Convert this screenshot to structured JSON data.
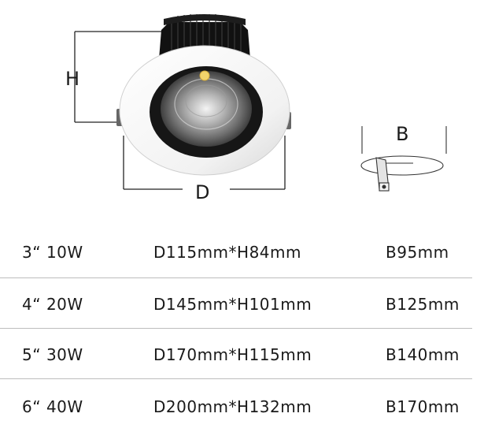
{
  "figure": {
    "labels": {
      "height": "H",
      "diameter": "D",
      "cutout": "B"
    }
  },
  "table": {
    "rows": [
      {
        "size": "3“ 10W",
        "dims": "D115mm*H84mm",
        "cutout": "B95mm"
      },
      {
        "size": "4“ 20W",
        "dims": "D145mm*H101mm",
        "cutout": "B125mm"
      },
      {
        "size": "5“ 30W",
        "dims": "D170mm*H115mm",
        "cutout": "B140mm"
      },
      {
        "size": "6“ 40W",
        "dims": "D200mm*H132mm",
        "cutout": "B170mm"
      }
    ]
  },
  "colors": {
    "housing": "#ffffff",
    "heatsink": "#111111",
    "reflector": "#8a8a8a",
    "led": "#f2d36b",
    "rule": "#bdbdbd"
  }
}
